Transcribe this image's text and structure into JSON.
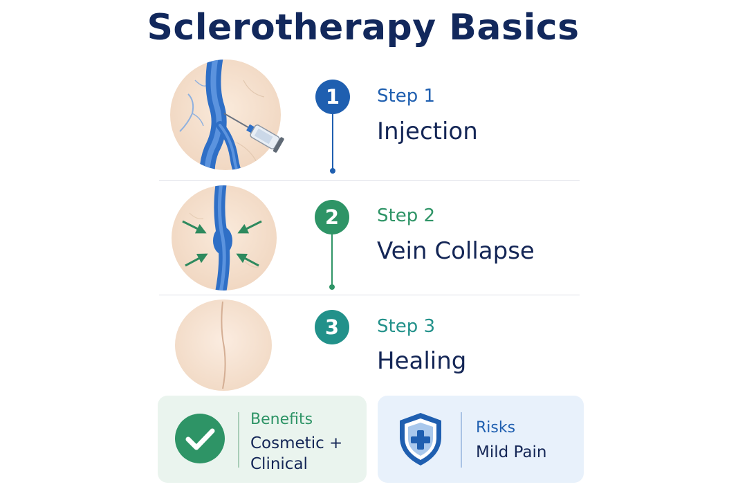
{
  "title": "Sclerotherapy Basics",
  "steps": [
    {
      "number": "1",
      "label": "Step 1",
      "title": "Injection",
      "color": "#1f5fb0",
      "illustration": "injection-illustration"
    },
    {
      "number": "2",
      "label": "Step 2",
      "title": "Vein Collapse",
      "color": "#2e9466",
      "illustration": "vein-collapse-illustration"
    },
    {
      "number": "3",
      "label": "Step 3",
      "title": "Healing",
      "color": "#22918a",
      "illustration": "healed-skin-illustration"
    }
  ],
  "cards": {
    "benefits": {
      "label": "Benefits",
      "line1": "Cosmetic +",
      "line2": "Clinical",
      "icon": "checkmark-icon",
      "accent": "#2e9466"
    },
    "risks": {
      "label": "Risks",
      "value": "Mild Pain",
      "icon": "shield-plus-icon",
      "accent": "#1f5fb0"
    }
  }
}
